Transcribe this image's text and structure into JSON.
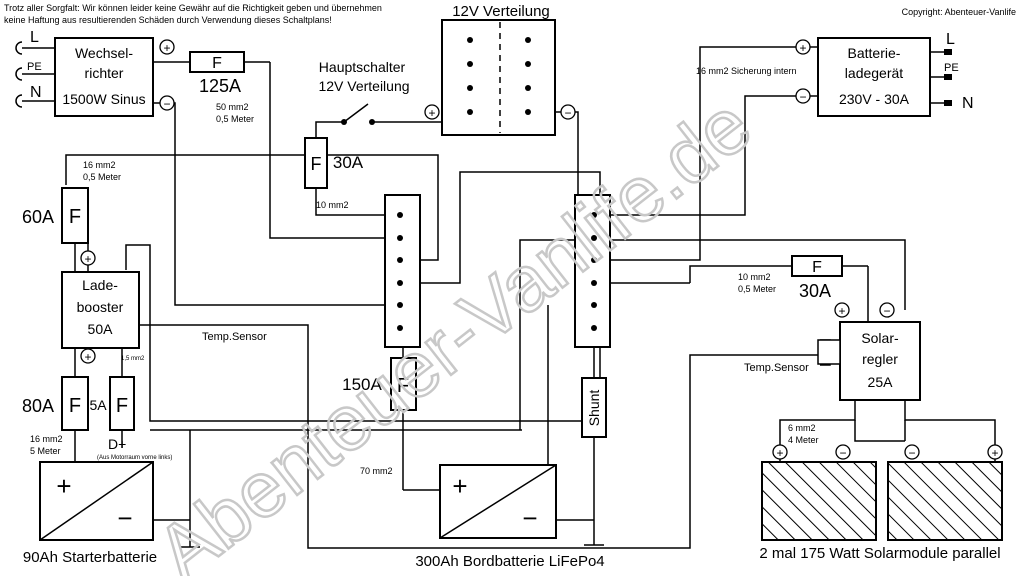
{
  "disclaimer": {
    "line1": "Trotz aller Sorgfalt: Wir können leider keine Gewähr auf die Richtigkeit geben und übernehmen",
    "line2": "keine Haftung aus resultierenden Schäden durch Verwendung dieses Schaltplans!"
  },
  "copyright": "Copyright: Abenteuer-Vanlife",
  "watermark": "Abenteuer-Vanlife.de",
  "inverter": {
    "line1": "Wechsel-",
    "line2": "richter",
    "line3": "1500W Sinus",
    "ac_l": "L",
    "ac_pe": "PE",
    "ac_n": "N"
  },
  "fuse_125": {
    "symbol": "F",
    "rating": "125A"
  },
  "cable_50": {
    "line1": "50 mm2",
    "line2": "0,5 Meter"
  },
  "main_switch": {
    "line1": "Hauptschalter",
    "line2": "12V Verteilung"
  },
  "fuse_30_switch": {
    "symbol": "F",
    "rating": "30A"
  },
  "distribution_12v": {
    "title": "12V Verteilung"
  },
  "charger": {
    "line1": "Batterie-",
    "line2": "ladegerät",
    "line3": "230V - 30A",
    "ac_l": "L",
    "ac_pe": "PE",
    "ac_n": "N"
  },
  "charger_cable": "16 mm2  Sicherung intern",
  "cable_10_bus": "10 mm2",
  "cable_16_top": {
    "line1": "16 mm2",
    "line2": "0,5 Meter"
  },
  "fuse_60": {
    "symbol": "F",
    "rating": "60A"
  },
  "booster": {
    "line1": "Lade-",
    "line2": "booster",
    "line3": "50A"
  },
  "temp_sensor_left": "Temp.Sensor",
  "fuse_80": {
    "symbol": "F",
    "rating": "80A"
  },
  "fuse_5": {
    "symbol": "F",
    "rating": "5A"
  },
  "cable_15": "1,5 mm2",
  "cable_16_bottom": {
    "line1": "16 mm2",
    "line2": "5 Meter"
  },
  "d_plus": {
    "label": "D+",
    "note": "(Aus Motorraum vorne links)"
  },
  "fuse_150": {
    "symbol": "F",
    "rating": "150A"
  },
  "cable_70": "70 mm2",
  "shunt": "Shunt",
  "cable_solar_fuse": {
    "line1": "10 mm2",
    "line2": "0,5 Meter"
  },
  "fuse_30_solar": {
    "symbol": "F",
    "rating": "30A"
  },
  "solar_regulator": {
    "line1": "Solar-",
    "line2": "regler",
    "line3": "25A",
    "temp": "Temp.Sensor"
  },
  "cable_6": {
    "line1": "6 mm2",
    "line2": "4 Meter"
  },
  "plus": "+",
  "minus": "−",
  "captions": {
    "starter": "90Ah Starterbatterie",
    "house": "300Ah Bordbatterie LiFePo4",
    "solar": "2 mal 175 Watt Solarmodule parallel"
  }
}
